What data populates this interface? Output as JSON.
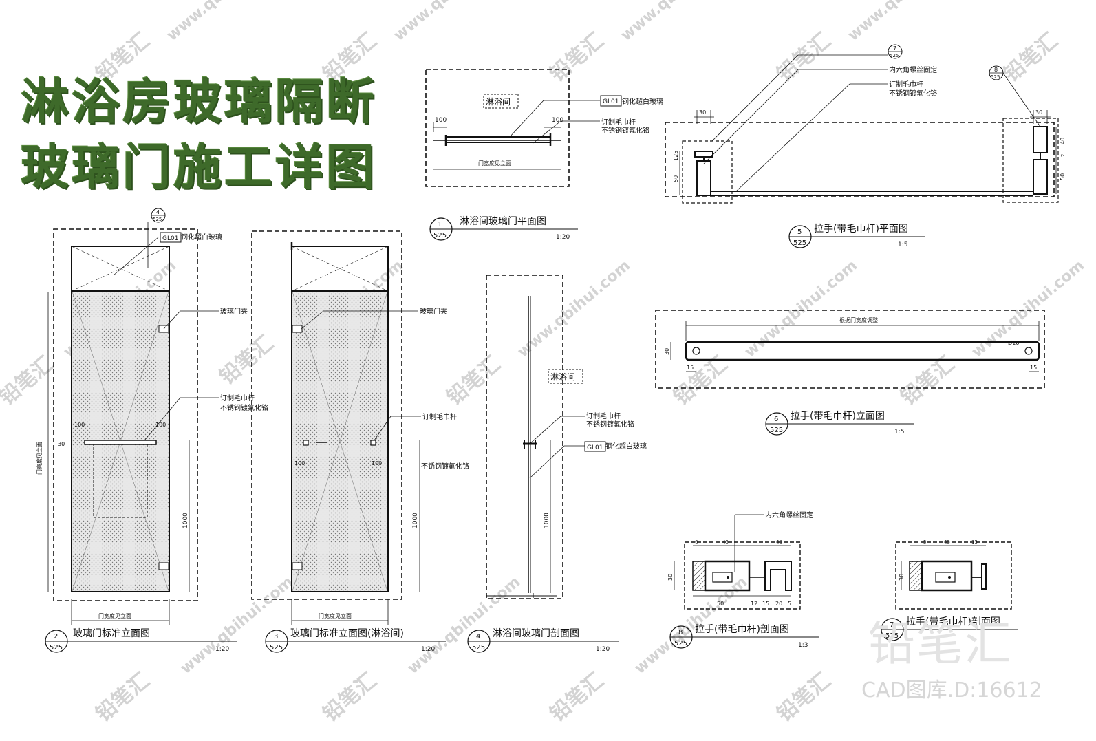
{
  "title": {
    "line1": "淋浴房玻璃隔断",
    "line2": "玻璃门施工详图"
  },
  "brand": {
    "name": "铅笔汇",
    "code": "CAD图库.D:16612",
    "watermark_url": "www.qbihui.com",
    "watermark_mark": "铅笔汇"
  },
  "drawings": [
    {
      "num": "1",
      "sheet": "525",
      "name": "淋浴间玻璃门平面图",
      "scale": "1:20"
    },
    {
      "num": "2",
      "sheet": "525",
      "name": "玻璃门标准立面图",
      "scale": "1:20"
    },
    {
      "num": "3",
      "sheet": "525",
      "name": "玻璃门标准立面图(淋浴间)",
      "scale": "1:20"
    },
    {
      "num": "4",
      "sheet": "525",
      "name": "淋浴间玻璃门剖面图",
      "scale": "1:20"
    },
    {
      "num": "5",
      "sheet": "525",
      "name": "拉手(带毛巾杆)平面图",
      "scale": "1:5"
    },
    {
      "num": "6",
      "sheet": "525",
      "name": "拉手(带毛巾杆)立面图",
      "scale": "1:5"
    },
    {
      "num": "7",
      "sheet": "525",
      "name": "拉手(带毛巾杆)剖面图",
      "scale": ""
    },
    {
      "num": "8",
      "sheet": "525",
      "name": "拉手(带毛巾杆)剖面图",
      "scale": "1:3"
    }
  ],
  "callouts": {
    "top_ref": {
      "num": "4",
      "sheet": "525"
    },
    "ref7": {
      "num": "7",
      "sheet": "525"
    },
    "ref8": {
      "num": "8",
      "sheet": "525"
    }
  },
  "labels": {
    "room": "淋浴间",
    "gl01": "GL01",
    "tempered_glass": "钢化超白玻璃",
    "door_clip": "玻璃门夹",
    "towel_bar": "订制毛巾杆",
    "towel_bar_finish": "不锈钢镀氟化铬",
    "ss_finish": "不锈钢镀氟化铬",
    "door_width": "门宽度见立面",
    "door_height": "门高度见立面",
    "door_width_adjust": "根据门宽度调整",
    "hex_screw": "内六角螺丝固定"
  },
  "dims": {
    "d100": "100",
    "d30": "30",
    "d50": "50",
    "d125": "125",
    "d40": "40",
    "d2": "2",
    "d1000": "1000",
    "d15": "15",
    "d45": "45",
    "d5": "5",
    "d12": "12",
    "d20": "20",
    "d6": "6",
    "dia": "Ø10"
  }
}
